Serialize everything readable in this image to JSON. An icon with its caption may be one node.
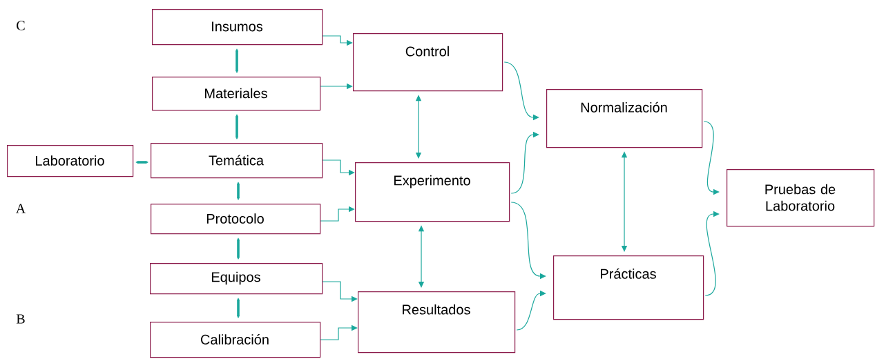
{
  "diagram": {
    "nodes": [
      {
        "text": [
          "Insumos"
        ]
      },
      {
        "text": [
          "Materiales"
        ]
      },
      {
        "text": [
          "Laboratorio"
        ]
      },
      {
        "text": [
          "Temática"
        ]
      },
      {
        "text": [
          "Protocolo"
        ]
      },
      {
        "text": [
          "Equipos"
        ]
      },
      {
        "text": [
          "Calibración"
        ]
      },
      {
        "text": [
          "Control"
        ]
      },
      {
        "text": [
          "Experimento"
        ]
      },
      {
        "text": [
          "Resultados"
        ]
      },
      {
        "text": [
          "Normalización"
        ]
      },
      {
        "text": [
          "Prácticas"
        ]
      },
      {
        "text": [
          "Pruebas de Laboratorio"
        ]
      }
    ],
    "edges": [
      {
        "from": 0,
        "to": 7,
        "arrow": "to"
      },
      {
        "from": 1,
        "to": 7,
        "arrow": "to"
      },
      {
        "from": 3,
        "to": 8,
        "arrow": "to"
      },
      {
        "from": 4,
        "to": 8,
        "arrow": "to"
      },
      {
        "from": 5,
        "to": 9,
        "arrow": "to"
      },
      {
        "from": 6,
        "to": 9,
        "arrow": "to"
      },
      {
        "from": 0,
        "to": 1,
        "arrow": "both",
        "style": "thick"
      },
      {
        "from": 1,
        "to": 3,
        "arrow": "both",
        "style": "thick"
      },
      {
        "from": 2,
        "to": 3,
        "arrow": "both",
        "style": "thick"
      },
      {
        "from": 3,
        "to": 4,
        "arrow": "both",
        "style": "thick"
      },
      {
        "from": 4,
        "to": 5,
        "arrow": "both",
        "style": "thick"
      },
      {
        "from": 5,
        "to": 6,
        "arrow": "both",
        "style": "thick"
      },
      {
        "from": 7,
        "to": 8,
        "arrow": "both"
      },
      {
        "from": 8,
        "to": 9,
        "arrow": "both"
      },
      {
        "from": 7,
        "to": 10,
        "arrow": "to"
      },
      {
        "from": 8,
        "to": 10,
        "arrow": "to"
      },
      {
        "from": 8,
        "to": 11,
        "arrow": "to"
      },
      {
        "from": 9,
        "to": 11,
        "arrow": "to"
      },
      {
        "from": 10,
        "to": 11,
        "arrow": "both"
      },
      {
        "from": 10,
        "to": 12,
        "arrow": "to"
      },
      {
        "from": 11,
        "to": 12,
        "arrow": "to"
      }
    ],
    "labels": [
      "C",
      "A",
      "B"
    ]
  }
}
